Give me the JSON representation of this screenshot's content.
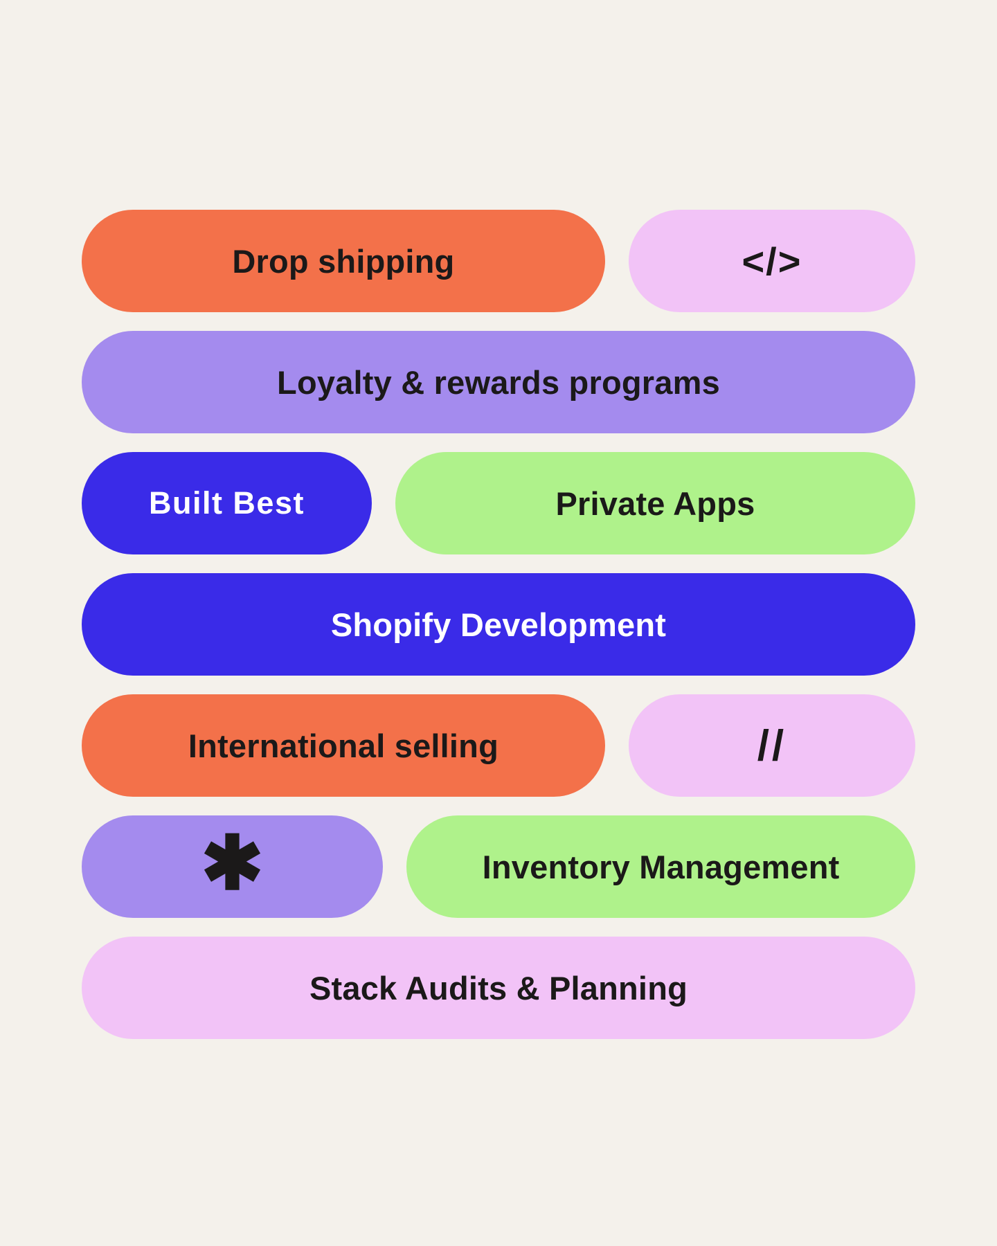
{
  "canvas": {
    "background": "#F4F1EB",
    "text_dark": "#1B1919",
    "text_light": "#FFFFFF"
  },
  "palette": {
    "orange": "#F3714A",
    "pink": "#F2C3F7",
    "purple": "#A48BEE",
    "blue": "#3A2BE8",
    "green": "#AFF28B"
  },
  "rows": [
    {
      "pills": [
        {
          "label": "Drop shipping",
          "color": "orange"
        },
        {
          "label": "</>",
          "color": "pink",
          "icon": "code-icon"
        }
      ]
    },
    {
      "pills": [
        {
          "label": "Loyalty & rewards programs",
          "color": "purple"
        }
      ]
    },
    {
      "pills": [
        {
          "label": "Built Best",
          "color": "blue",
          "role": "logo"
        },
        {
          "label": "Private Apps",
          "color": "green"
        }
      ]
    },
    {
      "pills": [
        {
          "label": "Shopify Development",
          "color": "blue"
        }
      ]
    },
    {
      "pills": [
        {
          "label": "International selling",
          "color": "orange"
        },
        {
          "label": "//",
          "color": "pink",
          "icon": "double-slash-icon"
        }
      ]
    },
    {
      "pills": [
        {
          "label": "✱",
          "color": "purple",
          "icon": "asterisk-icon"
        },
        {
          "label": "Inventory Management",
          "color": "green"
        }
      ]
    },
    {
      "pills": [
        {
          "label": "Stack Audits & Planning",
          "color": "pink"
        }
      ]
    }
  ]
}
